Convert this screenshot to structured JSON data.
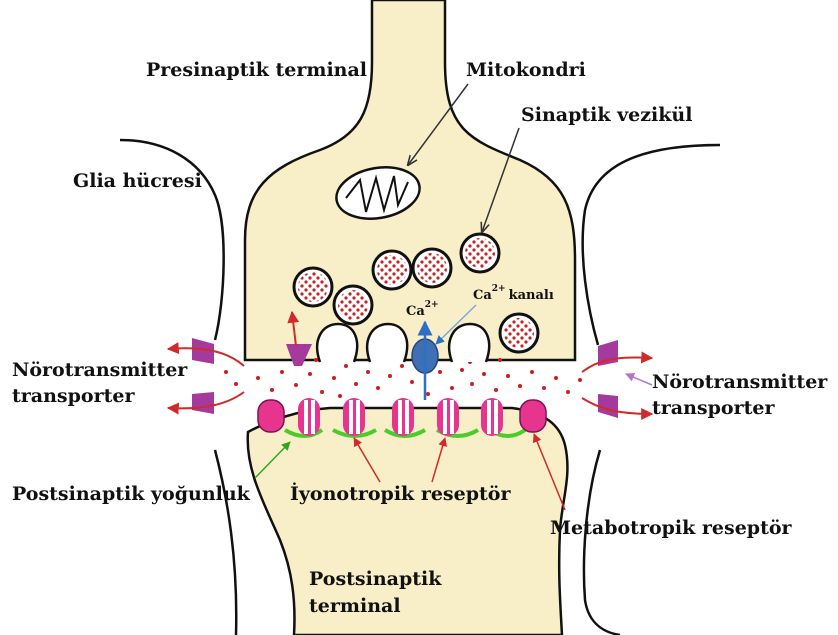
{
  "labels": {
    "presynaptic_terminal": "Presinaptik terminal",
    "mitochondria": "Mitokondri",
    "synaptic_vesicle": "Sinaptik vezikül",
    "glia_cell": "Glia hücresi",
    "ca_ion_base": "Ca",
    "ca_ion_charge": "2+",
    "ca_channel_base": "Ca",
    "ca_channel_charge": "2+",
    "ca_channel_suffix": "kanalı",
    "nt_transporter_left_line1": "Nörotransmitter",
    "nt_transporter_left_line2": "transporter",
    "nt_transporter_right_line1": "Nörotransmitter",
    "nt_transporter_right_line2": "transporter",
    "postsynaptic_density": "Postsinaptik yoğunluk",
    "ionotropic_receptor": "İyonotropik reseptör",
    "metabotropic_receptor": "Metabotropik reseptör",
    "postsynaptic_terminal_line1": "Postsinaptik",
    "postsynaptic_terminal_line2": "terminal"
  },
  "colors": {
    "neuron_fill": "#f8efc9",
    "outline": "#111111",
    "vesicle_dot": "#cc1f1f",
    "transporter": "#a43a9b",
    "receptor_pink": "#e6348f",
    "density_green": "#4ccb2c",
    "ca_channel": "#3f6fb5",
    "arrow_red": "#d12a2a",
    "arrow_blue": "#2d6fc2"
  }
}
